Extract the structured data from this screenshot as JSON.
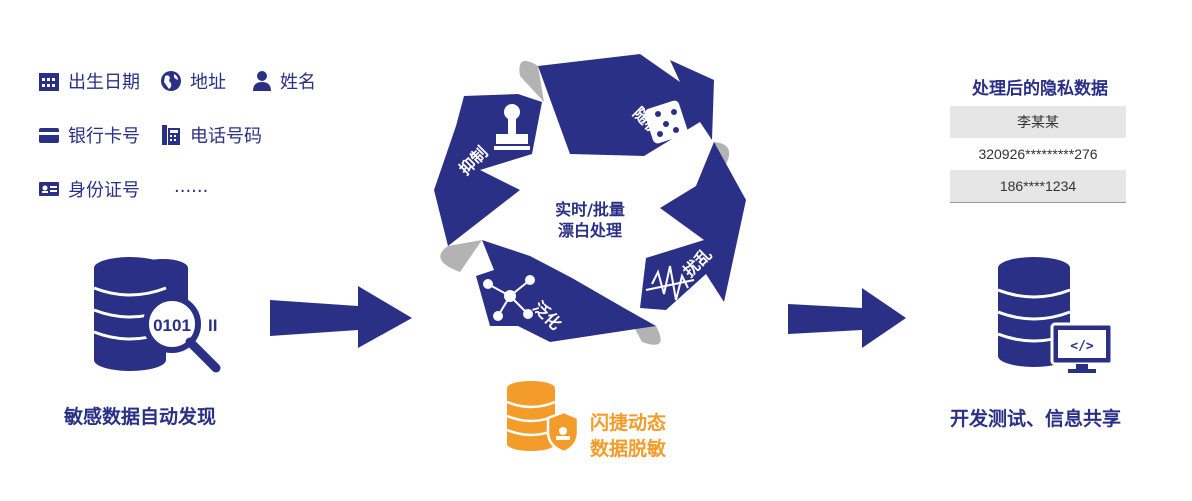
{
  "left": {
    "fields": [
      {
        "label": "出生日期",
        "icon": "calendar-icon"
      },
      {
        "label": "地址",
        "icon": "globe-icon"
      },
      {
        "label": "姓名",
        "icon": "person-icon"
      },
      {
        "label": "银行卡号",
        "icon": "credit-card-icon"
      },
      {
        "label": "电话号码",
        "icon": "phone-icon"
      },
      {
        "label": "身份证号",
        "icon": "id-card-icon"
      },
      {
        "label": "......",
        "icon": ""
      }
    ],
    "caption": "敏感数据自动发现"
  },
  "center": {
    "title": "实时/批量",
    "subtitle": "漂白处理",
    "steps": [
      {
        "label": "随机",
        "icon": "dice-icon"
      },
      {
        "label": "扰乱",
        "icon": "waveform-icon"
      },
      {
        "label": "泛化",
        "icon": "generalize-icon"
      },
      {
        "label": "抑制",
        "icon": "stamp-icon"
      }
    ],
    "caption_line1": "闪捷动态",
    "caption_line2": "数据脱敏"
  },
  "right": {
    "table_title": "处理后的隐私数据",
    "rows": [
      "李某某",
      "320926*********276",
      "186****1234"
    ],
    "caption": "开发测试、信息共享"
  },
  "colors": {
    "navy": "#2b3087",
    "orange": "#f39c2a",
    "grey": "#b3b3b3",
    "shade": "#e6e6e6"
  }
}
